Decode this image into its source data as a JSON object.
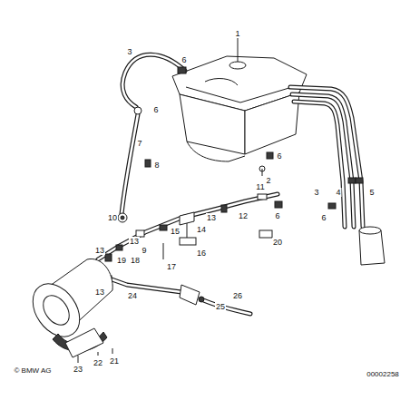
{
  "diagram": {
    "labels": [
      "1",
      "3",
      "6",
      "6",
      "7",
      "8",
      "10",
      "6",
      "2",
      "11",
      "3",
      "4",
      "5",
      "12",
      "6",
      "6",
      "13",
      "15",
      "14",
      "9",
      "13",
      "16",
      "17",
      "20",
      "19",
      "18",
      "13",
      "13",
      "24",
      "26",
      "25",
      "23",
      "22",
      "21",
      "© BMW AG",
      "00002258"
    ]
  }
}
